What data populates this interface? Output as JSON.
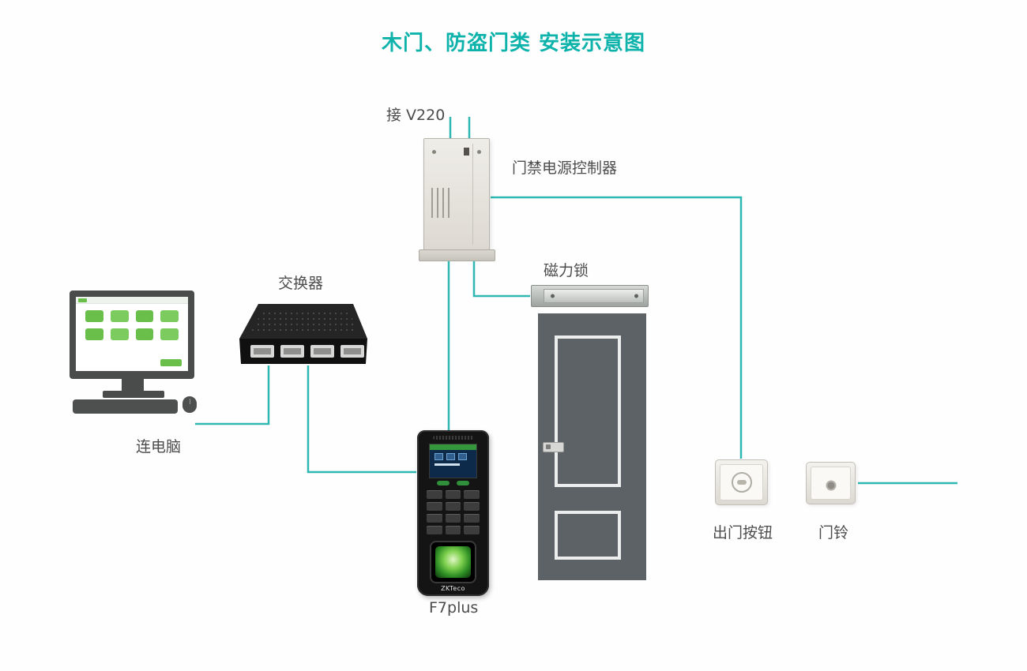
{
  "title": "木门、防盗门类 安装示意图",
  "colors": {
    "accent_wire": "#2fb7b2",
    "title": "#0db3ab",
    "label": "#4c4c4c",
    "door": "#5c6266",
    "software_green": "#6abf4b",
    "scanner_green": "#2f8f25"
  },
  "labels": {
    "power_input": "接 V220",
    "power_controller": "门禁电源控制器",
    "network_switch": "交换器",
    "computer": "连电脑",
    "maglock": "磁力锁",
    "reader": "F7plus",
    "exit_button": "出门按钮",
    "doorbell": "门铃"
  },
  "devices": {
    "reader_brand": "ZKTeco"
  },
  "icons": {
    "power-controller-device": "gray metal power supply box with vent slits",
    "network-switch-device": "black 4-port network switch",
    "computer-device": "desktop pc with monitor, keyboard, mouse",
    "maglock-device": "metallic magnetic lock bar",
    "door": "dark gray paneled door",
    "reader-device": "black fingerprint access terminal",
    "exit-button-device": "wall exit push button",
    "doorbell-device": "wall doorbell"
  }
}
